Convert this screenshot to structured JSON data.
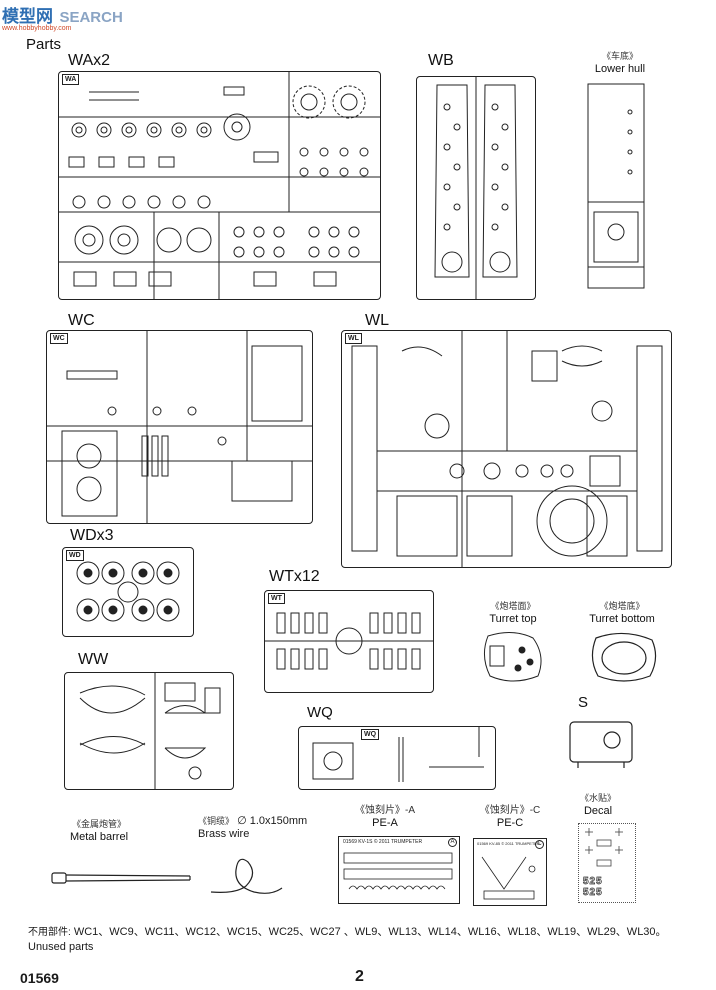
{
  "watermark": {
    "logo_text": "模型网",
    "search_text": "SEARCH",
    "url": "www.hobbyhobby.com"
  },
  "title": "Parts",
  "sprues": {
    "wa": {
      "label": "WAx2",
      "tag": "WA"
    },
    "wb": {
      "label": "WB"
    },
    "wc": {
      "label": "WC",
      "tag": "WC"
    },
    "wl": {
      "label": "WL",
      "tag": "WL"
    },
    "wd": {
      "label": "WDx3",
      "tag": "WD"
    },
    "wt": {
      "label": "WTx12",
      "tag": "WT"
    },
    "ww": {
      "label": "WW"
    },
    "wq": {
      "label": "WQ",
      "tag": "WQ"
    },
    "s": {
      "label": "S"
    }
  },
  "parts": {
    "lower_hull": {
      "cn": "《车底》",
      "en": "Lower hull"
    },
    "turret_top": {
      "cn": "《炮塔面》",
      "en": "Turret top"
    },
    "turret_bottom": {
      "cn": "《炮塔底》",
      "en": "Turret bottom"
    },
    "metal_barrel": {
      "cn": "《金属炮管》",
      "en": "Metal barrel"
    },
    "brass_wire": {
      "cn": "《铜缆》",
      "spec": "∅ 1.0x150mm",
      "en": "Brass wire"
    },
    "pe_a": {
      "cn": "《蚀刻片》-A",
      "en": "PE-A",
      "fret_text": "01569  KV-1S  © 2011 TRUMPETER",
      "fret_tag": "A"
    },
    "pe_c": {
      "cn": "《蚀刻片》-C",
      "en": "PE-C",
      "fret_text": "01569 KV-85 © 2011 TRUMPETER",
      "fret_tag": "C"
    },
    "decal": {
      "cn": "《水贴》",
      "en": "Decal",
      "numbers": [
        "525",
        "525"
      ]
    }
  },
  "unused": {
    "cn_label": "不用部件:",
    "list": "WC1、WC9、WC11、WC12、WC15、WC25、WC27 、WL9、WL13、WL14、WL16、WL18、WL19、WL29、WL30。",
    "en_label": "Unused parts"
  },
  "footer": {
    "code": "01569",
    "page": "2"
  }
}
